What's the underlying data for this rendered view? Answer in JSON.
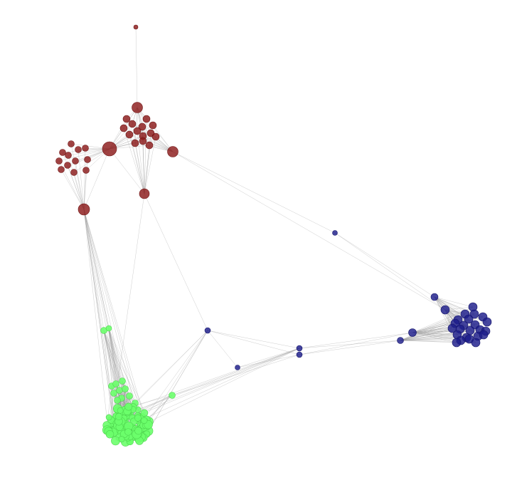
{
  "graph": {
    "communities": [
      {
        "id": "red",
        "color": "#8b1a1a",
        "stroke": "#6e1414"
      },
      {
        "id": "blue",
        "color": "#1c1c8a",
        "stroke": "#14146a"
      },
      {
        "id": "green",
        "color": "#6cff6c",
        "stroke": "#4fd44f"
      }
    ],
    "edge_color": "#9a9a9a"
  }
}
